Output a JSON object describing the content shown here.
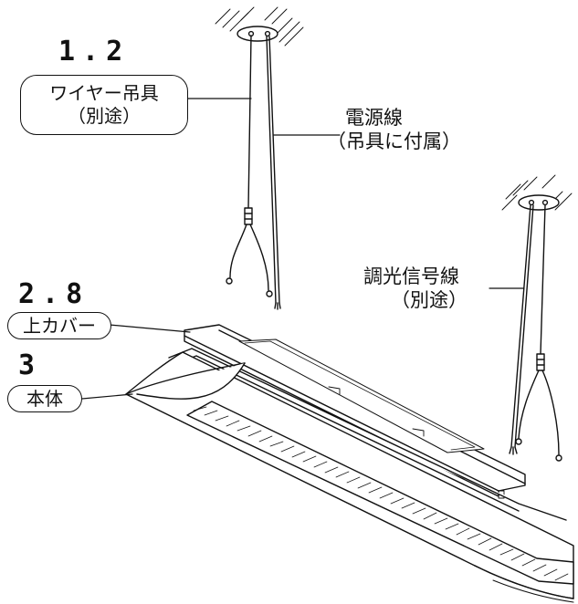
{
  "callouts": {
    "wire_hanger": {
      "number": "1.2",
      "line1": "ワイヤー吊具",
      "line2": "（別途）"
    },
    "power_cord": {
      "line1": "電源線",
      "line2": "（吊具に付属）"
    },
    "dimming_wire": {
      "line1": "調光信号線",
      "line2": "（別途）"
    },
    "top_cover": {
      "number": "2.8",
      "label": "上カバー"
    },
    "main_body": {
      "number": "3",
      "label": "本体"
    }
  },
  "colors": {
    "ink": "#111111",
    "background": "#ffffff"
  }
}
